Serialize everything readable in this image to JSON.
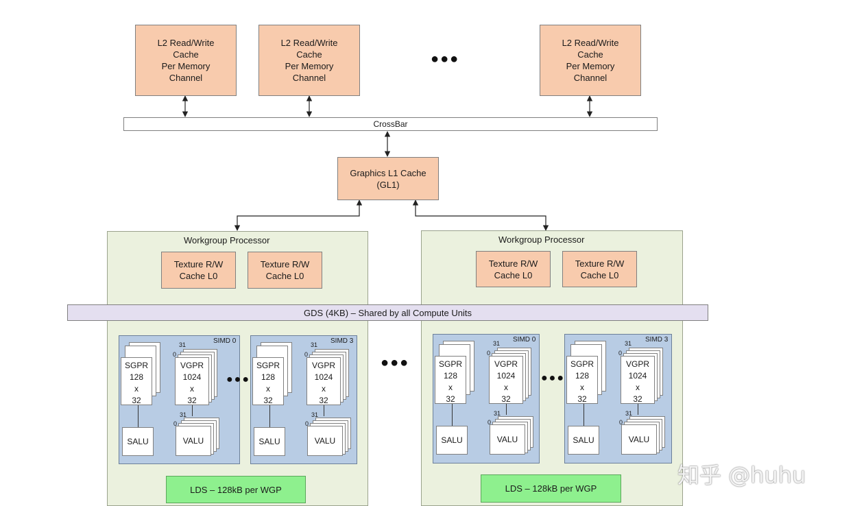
{
  "l2_caches": [
    {
      "label": "L2 Read/Write\nCache\nPer Memory\nChannel"
    },
    {
      "label": "L2 Read/Write\nCache\nPer Memory\nChannel"
    },
    {
      "label": "L2 Read/Write\nCache\nPer Memory\nChannel"
    }
  ],
  "crossbar": {
    "label": "CrossBar"
  },
  "gl1": {
    "label": "Graphics L1 Cache\n(GL1)"
  },
  "gds": {
    "label": "GDS (4KB) – Shared by all Compute Units"
  },
  "wgps": [
    {
      "title": "Workgroup Processor",
      "texture_caches": [
        "Texture R/W\nCache L0",
        "Texture R/W\nCache L0"
      ],
      "simds": [
        {
          "label": "SIMD 0",
          "sgpr": "SGPR\n128\nx\n32",
          "vgpr": "VGPR\n1024\nx\n32",
          "salu": "SALU",
          "valu": "VALU"
        },
        {
          "label": "SIMD 3",
          "sgpr": "SGPR\n128\nx\n32",
          "vgpr": "VGPR\n1024\nx\n32",
          "salu": "SALU",
          "valu": "VALU"
        }
      ],
      "lds": "LDS – 128kB per WGP"
    },
    {
      "title": "Workgroup Processor",
      "texture_caches": [
        "Texture R/W\nCache L0",
        "Texture R/W\nCache L0"
      ],
      "simds": [
        {
          "label": "SIMD 0",
          "sgpr": "SGPR\n128\nx\n32",
          "vgpr": "VGPR\n1024\nx\n32",
          "salu": "SALU",
          "valu": "VALU"
        },
        {
          "label": "SIMD 3",
          "sgpr": "SGPR\n128\nx\n32",
          "vgpr": "VGPR\n1024\nx\n32",
          "salu": "SALU",
          "valu": "VALU"
        }
      ],
      "lds": "LDS – 128kB per WGP"
    }
  ],
  "lane_labels": {
    "high": "31",
    "low": "0"
  },
  "ellipsis": "●●●",
  "watermark": "知乎 @huhu"
}
